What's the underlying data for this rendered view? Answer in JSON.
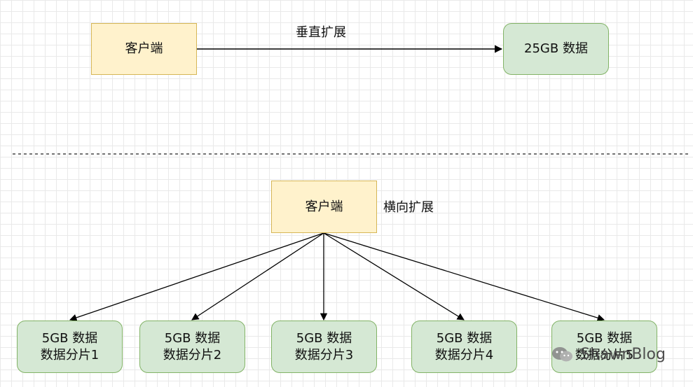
{
  "vertical": {
    "client_label": "客户端",
    "edge_label": "垂直扩展",
    "data_label": "25GB 数据"
  },
  "horizontal": {
    "client_label": "客户端",
    "edge_label": "横向扩展",
    "shards": [
      {
        "size": "5GB 数据",
        "name": "数据分片1"
      },
      {
        "size": "5GB 数据",
        "name": "数据分片2"
      },
      {
        "size": "5GB 数据",
        "name": "数据分片3"
      },
      {
        "size": "5GB 数据",
        "name": "数据分片4"
      },
      {
        "size": "5GB 数据",
        "name": "数据分片5"
      }
    ]
  },
  "watermark": {
    "text": "ShawnBlog"
  },
  "colors": {
    "client_fill": "#fff2cc",
    "client_border": "#d6b656",
    "data_fill": "#d5e8d4",
    "data_border": "#82b366",
    "line": "#000000"
  }
}
